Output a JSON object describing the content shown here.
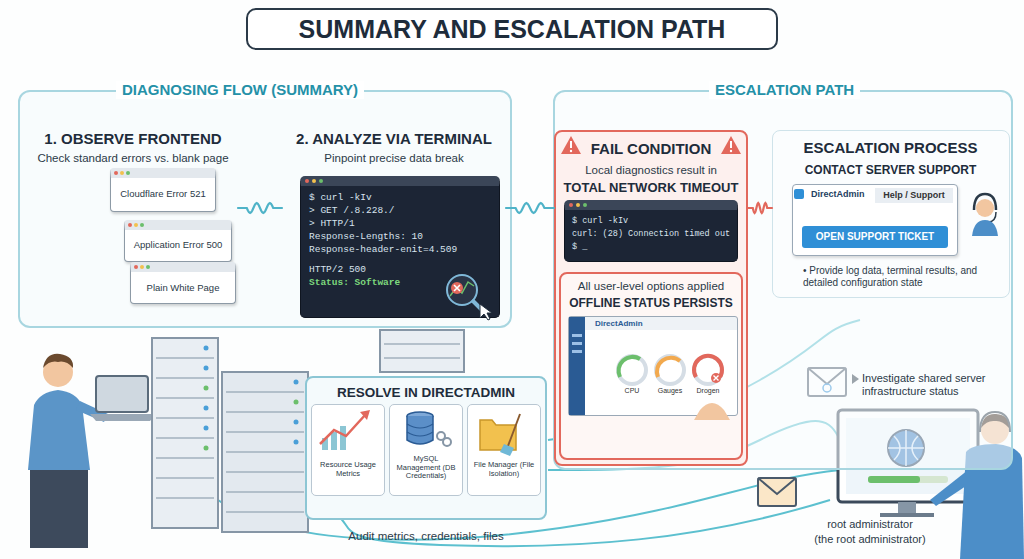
{
  "diagram": {
    "title": "SUMMARY AND ESCALATION PATH",
    "nodes": [
      {
        "text": [
          "DIAGNOSING FLOW (SUMMARY)"
        ]
      },
      {
        "text": [
          "1. OBSERVE FRONTEND",
          "Check standard errors vs. blank page"
        ],
        "in": 0
      },
      {
        "text": [
          "Cloudflare Error 521"
        ],
        "in": 1
      },
      {
        "text": [
          "Application Error 500"
        ],
        "in": 1
      },
      {
        "text": [
          "Plain White Page"
        ],
        "in": 1
      },
      {
        "text": [
          "2. ANALYZE VIA TERMINAL",
          "Pinpoint precise data break"
        ],
        "in": 0
      },
      {
        "text": [
          "$ curl -kIv",
          "> GET /.8.228./",
          "> HTTP/1",
          "Response-Lengths: 10",
          "Response-header-enit=4.509",
          "HTTP/2 500",
          "Status: Software"
        ],
        "in": 5
      },
      {
        "text": [
          "ESCALATION PATH"
        ]
      },
      {
        "text": [
          "FAIL CONDITION",
          "Local diagnostics result in",
          "TOTAL NETWORK TIMEOUT"
        ],
        "in": 7
      },
      {
        "text": [
          "$ curl -kIv",
          "curl: (28) Connection timed out",
          "$ _"
        ],
        "in": 8
      },
      {
        "text": [
          "All user-level options applied",
          "OFFLINE STATUS PERSISTS"
        ],
        "in": 8
      },
      {
        "text": [
          "DirectAdmin",
          "CPU",
          "Gauges",
          "Drogen"
        ],
        "in": 10
      },
      {
        "text": [
          "ESCALATION PROCESS",
          "CONTACT SERVER SUPPORT",
          "• Provide log data, terminal results, and detailed configuration state"
        ],
        "in": 7
      },
      {
        "text": [
          "DirectAdmin",
          "Help / Support"
        ],
        "in": 12
      },
      {
        "text": [
          "OPEN SUPPORT TICKET"
        ],
        "in": 13
      },
      {
        "text": [
          "RESOLVE IN DIRECTADMIN",
          "Audit metrics, credentials, files"
        ]
      },
      {
        "text": [
          "Resource Usage Metrics"
        ],
        "in": 15
      },
      {
        "text": [
          "MySQL Management (DB Credentials)"
        ],
        "in": 15
      },
      {
        "text": [
          "File Manager (File Isolation)"
        ],
        "in": 15
      }
    ],
    "edges": [
      {
        "from": 1,
        "to": 5,
        "arrow": "none"
      },
      {
        "from": 5,
        "to": 8,
        "arrow": "none"
      },
      {
        "from": 8,
        "to": 12,
        "arrow": "none"
      }
    ],
    "labels": [
      "Investigate shared server infrastructure status",
      "root administrator",
      "(the root administrator)"
    ]
  }
}
